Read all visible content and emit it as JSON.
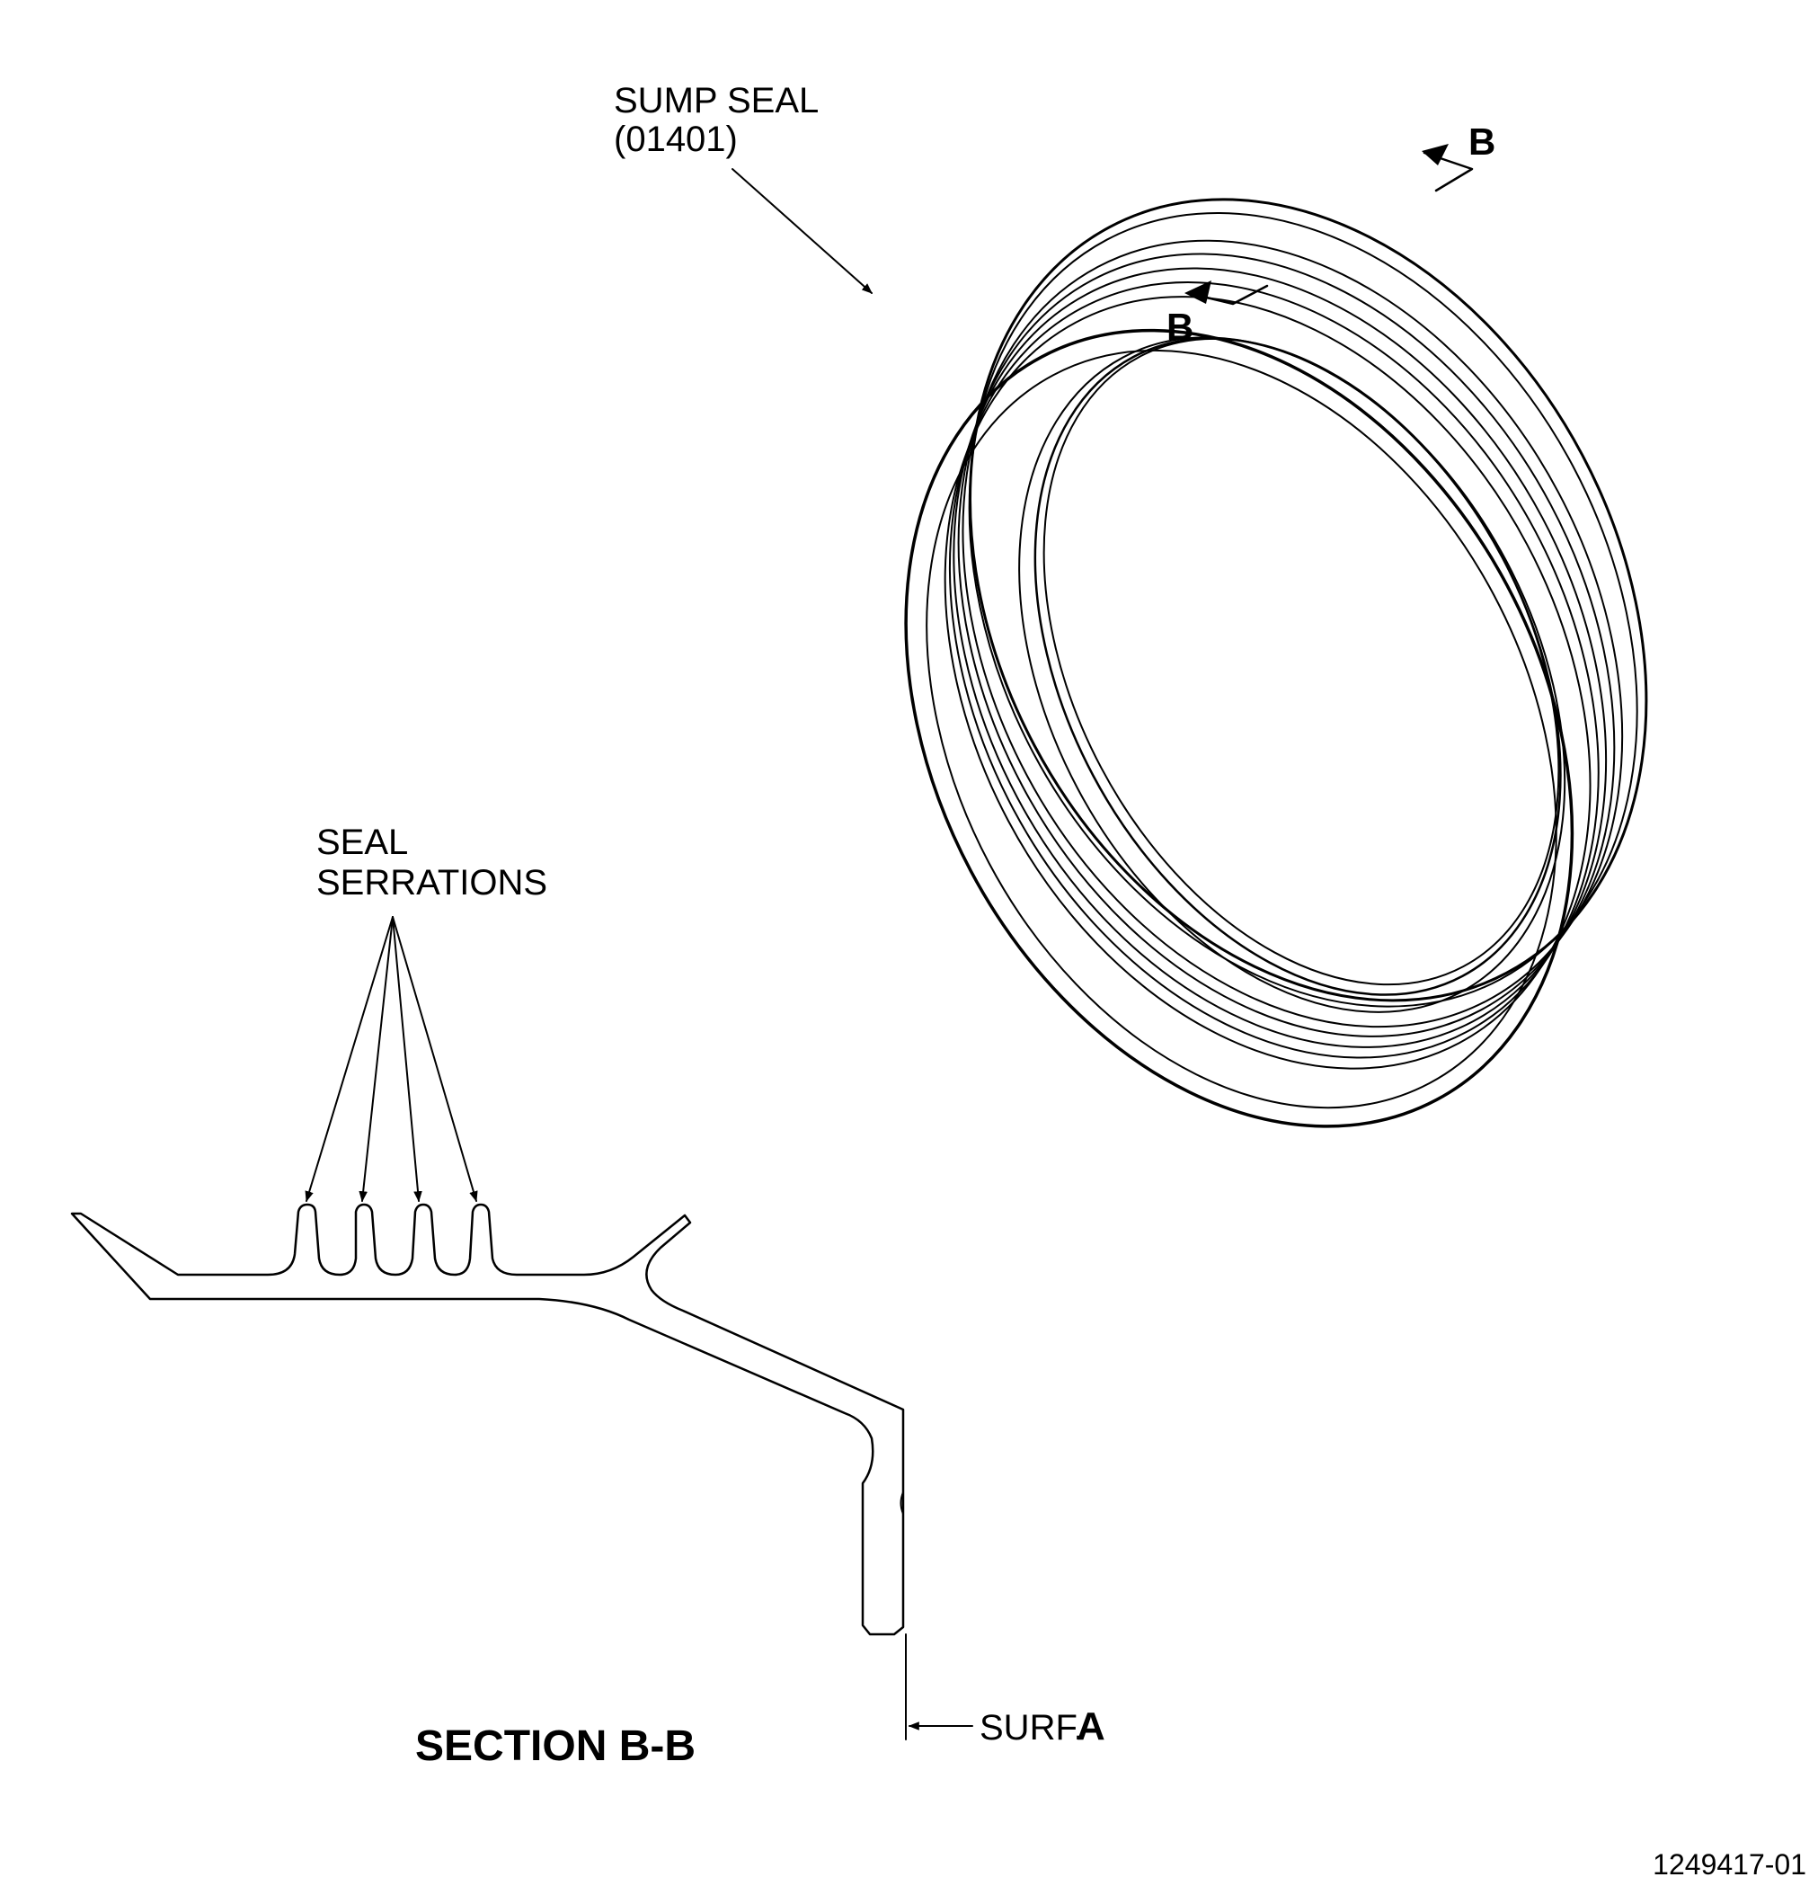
{
  "labels": {
    "sump_seal_line1": "SUMP SEAL",
    "sump_seal_line2": "(01401)",
    "section_marker_b": "B",
    "seal_serrations_line1": "SEAL",
    "seal_serrations_line2": "SERRATIONS",
    "section_title": "SECTION B-B",
    "surf_prefix": "SURF.",
    "surf_letter": "A",
    "drawing_number": "1249417-01"
  },
  "icons": {
    "arrowhead": "arrowhead-icon"
  },
  "colors": {
    "line": "#000000",
    "background": "#ffffff"
  }
}
